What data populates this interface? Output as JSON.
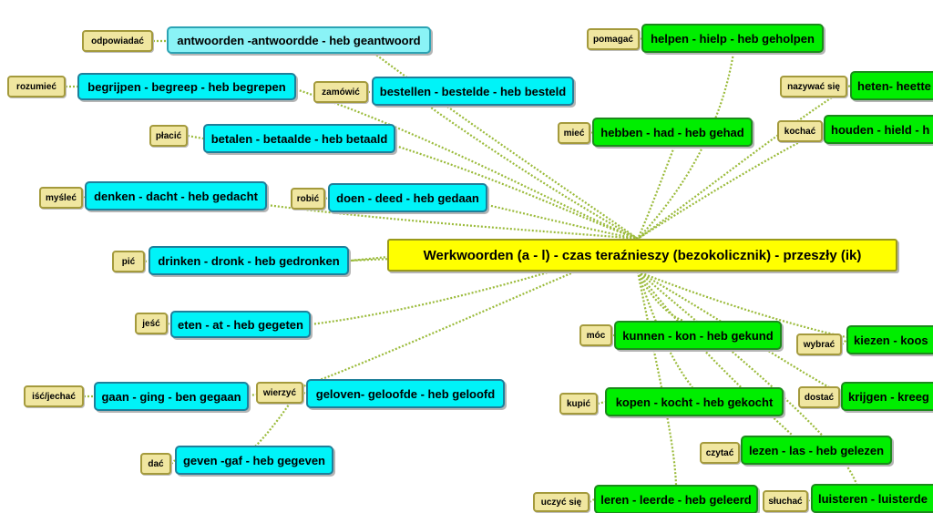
{
  "colors": {
    "link": "#9bbb3b",
    "root_fill": "#ffff00",
    "cyan_fill": "#00f3f8",
    "lightcyan_fill": "#8af3f6",
    "green_fill": "#00ee00",
    "label_fill": "#f0e6a0"
  },
  "root": {
    "text": "Werkwoorden (a - l) - czas teraźnieszy (bezokolicznik) - przeszły (ik)"
  },
  "nodes": [
    {
      "id": "antwoorden",
      "nl": "antwoorden -antwoordde - heb geantwoord",
      "pl": "odpowiadać",
      "color": "lightcyan"
    },
    {
      "id": "begrijpen",
      "nl": "begrijpen - begreep - heb begrepen",
      "pl": "rozumieć",
      "color": "cyan"
    },
    {
      "id": "bestellen",
      "nl": "bestellen - bestelde - heb besteld",
      "pl": "zamówić",
      "color": "cyan"
    },
    {
      "id": "betalen",
      "nl": "betalen - betaalde - heb betaald",
      "pl": "płacić",
      "color": "cyan"
    },
    {
      "id": "denken",
      "nl": "denken - dacht - heb gedacht",
      "pl": "myśleć",
      "color": "cyan"
    },
    {
      "id": "doen",
      "nl": "doen - deed - heb gedaan",
      "pl": "robić",
      "color": "cyan"
    },
    {
      "id": "drinken",
      "nl": "drinken - dronk - heb gedronken",
      "pl": "pić",
      "color": "cyan"
    },
    {
      "id": "eten",
      "nl": "eten - at - heb gegeten",
      "pl": "jeść",
      "color": "cyan"
    },
    {
      "id": "gaan",
      "nl": "gaan - ging - ben gegaan",
      "pl": "iść/jechać",
      "color": "cyan"
    },
    {
      "id": "geloven",
      "nl": "geloven- geloofde - heb geloofd",
      "pl": "wierzyć",
      "color": "cyan"
    },
    {
      "id": "geven",
      "nl": "geven -gaf - heb gegeven",
      "pl": "dać",
      "color": "cyan"
    },
    {
      "id": "helpen",
      "nl": "helpen - hielp - heb geholpen",
      "pl": "pomagać",
      "color": "green"
    },
    {
      "id": "heten",
      "nl": "heten- heette",
      "pl": "nazywać się",
      "color": "green"
    },
    {
      "id": "hebben",
      "nl": "hebben - had - heb gehad",
      "pl": "mieć",
      "color": "green"
    },
    {
      "id": "houden",
      "nl": "houden - hield - h",
      "pl": "kochać",
      "color": "green"
    },
    {
      "id": "kunnen",
      "nl": "kunnen - kon - heb gekund",
      "pl": "móc",
      "color": "green"
    },
    {
      "id": "kiezen",
      "nl": "kiezen - koos",
      "pl": "wybrać",
      "color": "green"
    },
    {
      "id": "kopen",
      "nl": "kopen - kocht  - heb gekocht",
      "pl": "kupić",
      "color": "green"
    },
    {
      "id": "krijgen",
      "nl": "krijgen - kreeg",
      "pl": "dostać",
      "color": "green"
    },
    {
      "id": "lezen",
      "nl": "lezen - las - heb gelezen",
      "pl": "czytać",
      "color": "green"
    },
    {
      "id": "leren",
      "nl": "leren - leerde - heb geleerd",
      "pl": "uczyć się",
      "color": "green"
    },
    {
      "id": "luisteren",
      "nl": "luisteren - luisterde",
      "pl": "słuchać",
      "color": "green"
    }
  ]
}
